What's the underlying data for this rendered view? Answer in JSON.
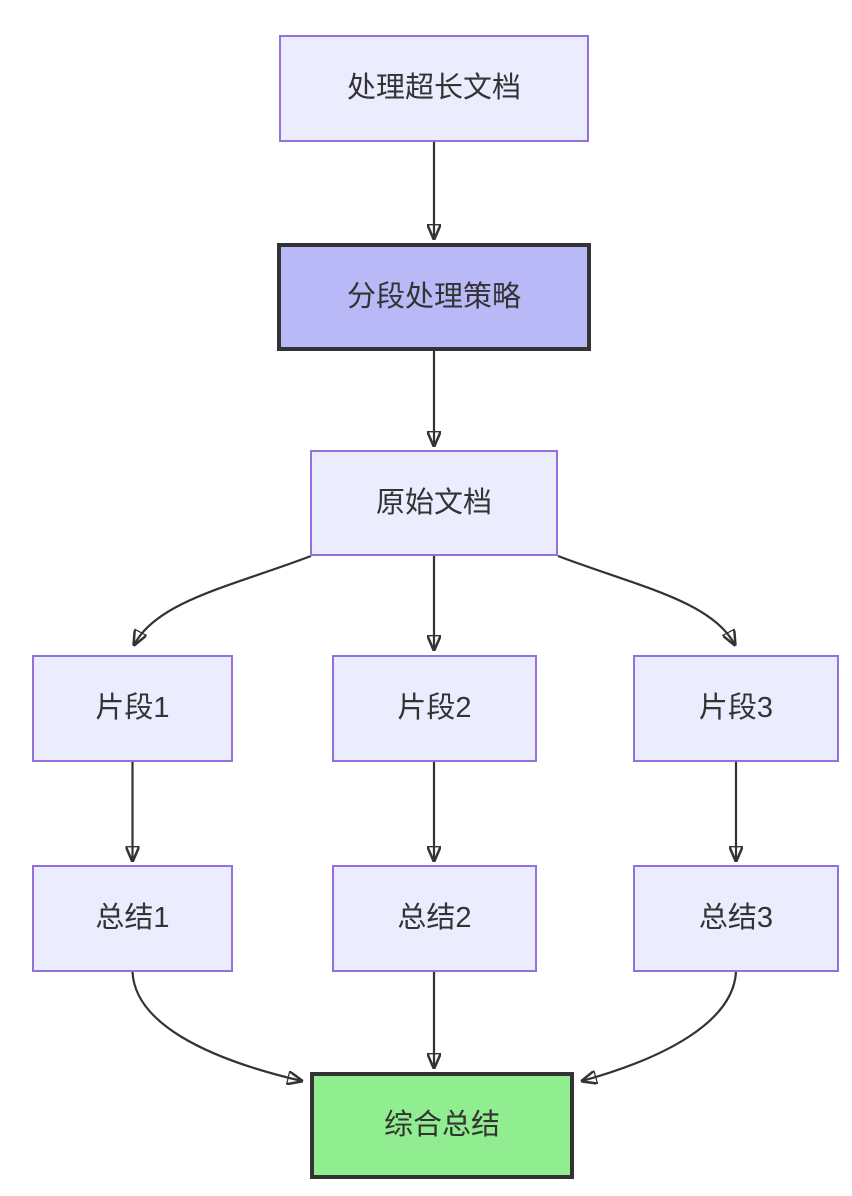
{
  "diagram": {
    "type": "flowchart",
    "direction": "top-down",
    "nodes": [
      {
        "id": "A",
        "label": "处理超长文档",
        "style": "default"
      },
      {
        "id": "B",
        "label": "分段处理策略",
        "style": "emphasis"
      },
      {
        "id": "C",
        "label": "原始文档",
        "style": "default"
      },
      {
        "id": "D1",
        "label": "片段1",
        "style": "default"
      },
      {
        "id": "D2",
        "label": "片段2",
        "style": "default"
      },
      {
        "id": "D3",
        "label": "片段3",
        "style": "default"
      },
      {
        "id": "S1",
        "label": "总结1",
        "style": "default"
      },
      {
        "id": "S2",
        "label": "总结2",
        "style": "default"
      },
      {
        "id": "S3",
        "label": "总结3",
        "style": "default"
      },
      {
        "id": "F",
        "label": "综合总结",
        "style": "success"
      }
    ],
    "edges": [
      {
        "from": "A",
        "to": "B"
      },
      {
        "from": "B",
        "to": "C"
      },
      {
        "from": "C",
        "to": "D1"
      },
      {
        "from": "C",
        "to": "D2"
      },
      {
        "from": "C",
        "to": "D3"
      },
      {
        "from": "D1",
        "to": "S1"
      },
      {
        "from": "D2",
        "to": "S2"
      },
      {
        "from": "D3",
        "to": "S3"
      },
      {
        "from": "S1",
        "to": "F"
      },
      {
        "from": "S2",
        "to": "F"
      },
      {
        "from": "S3",
        "to": "F"
      }
    ]
  },
  "colors": {
    "node_fill": "#ECECFF",
    "node_border": "#9370DB",
    "emphasis_fill": "#B9B9F8",
    "emphasis_border": "#333333",
    "success_fill": "#90EE90",
    "success_border": "#333333",
    "edge": "#333333",
    "text": "#333333",
    "background": "#FFFFFF"
  }
}
